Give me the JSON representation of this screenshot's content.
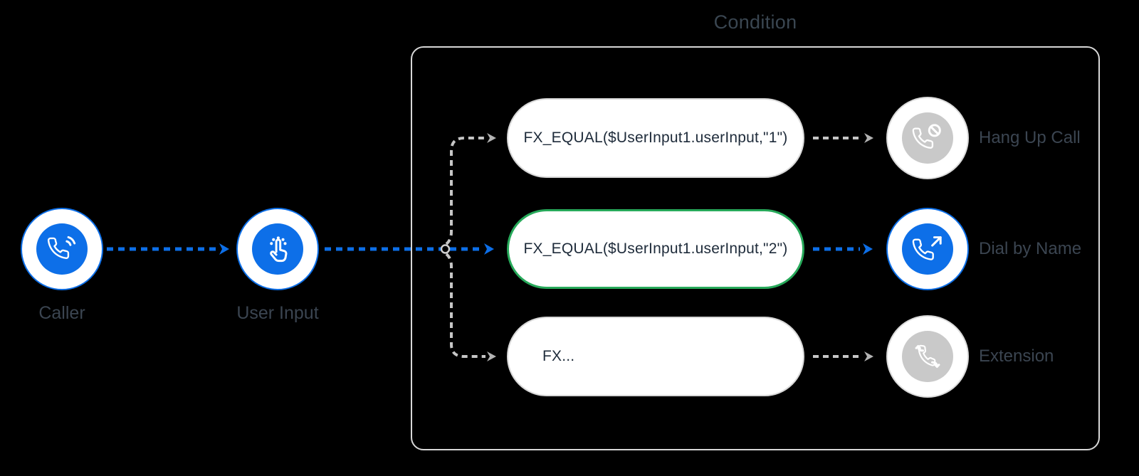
{
  "header": {
    "title": "Condition"
  },
  "flow": {
    "caller": {
      "label": "Caller",
      "icon": "phone-call-icon"
    },
    "user_input": {
      "label": "User Input",
      "icon": "dialpad-touch-icon"
    }
  },
  "conditions": [
    {
      "expression": "FX_EQUAL($UserInput1.userInput,\"1\")",
      "state": "default"
    },
    {
      "expression": "FX_EQUAL($UserInput1.userInput,\"2\")",
      "state": "matched"
    },
    {
      "expression": "FX...",
      "state": "default"
    }
  ],
  "outcomes": [
    {
      "label": "Hang Up Call",
      "icon": "phone-hang-up-icon",
      "state": "inactive"
    },
    {
      "label": "Dial by Name",
      "icon": "phone-outgoing-icon",
      "state": "active"
    },
    {
      "label": "Extension",
      "icon": "phone-transfer-icon",
      "state": "inactive"
    }
  ],
  "colors": {
    "active_blue": "#0d6fe8",
    "matched_green": "#27a95a",
    "inactive_gray": "#c9c9c9",
    "connector_gray": "#c6c6c6",
    "text_dark": "#3b4551",
    "expression_text": "#1e2b3a",
    "background": "#000000"
  }
}
